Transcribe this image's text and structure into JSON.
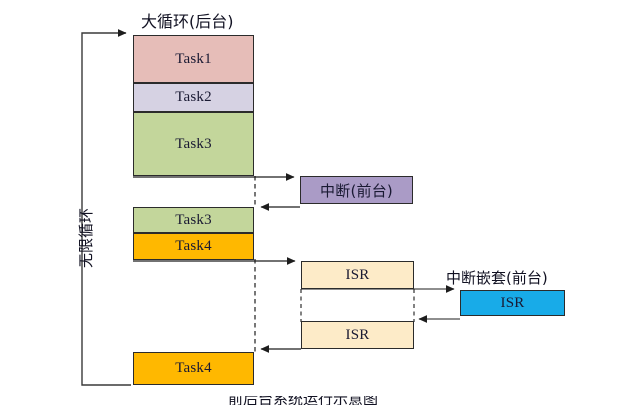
{
  "diagram": {
    "title_main": "大循环(后台)",
    "title_nested": "中断嵌套(前台)",
    "loop_label": "无限循环",
    "caption_cut": "前后台系统运行示意图",
    "colors": {
      "task1": "#E6BDB8",
      "task2": "#D6D2E3",
      "task3": "#C3D69B",
      "task4": "#FFB800",
      "interrupt": "#AA9BC6",
      "isr": "#FDEBC8",
      "nested_isr": "#18ABE8",
      "stroke": "#2b2b2b",
      "background": "#ffffff"
    },
    "main_loop_blocks": [
      {
        "label": "Task1",
        "color_key": "task1"
      },
      {
        "label": "Task2",
        "color_key": "task2"
      },
      {
        "label": "Task3",
        "color_key": "task3"
      },
      {
        "label": "Task3",
        "color_key": "task3"
      },
      {
        "label": "Task4",
        "color_key": "task4"
      },
      {
        "label": "Task4",
        "color_key": "task4"
      }
    ],
    "foreground_blocks": [
      {
        "label": "中断(前台)",
        "color_key": "interrupt"
      },
      {
        "label": "ISR",
        "color_key": "isr"
      },
      {
        "label": "ISR",
        "color_key": "isr"
      },
      {
        "label": "ISR",
        "color_key": "nested_isr"
      }
    ]
  }
}
